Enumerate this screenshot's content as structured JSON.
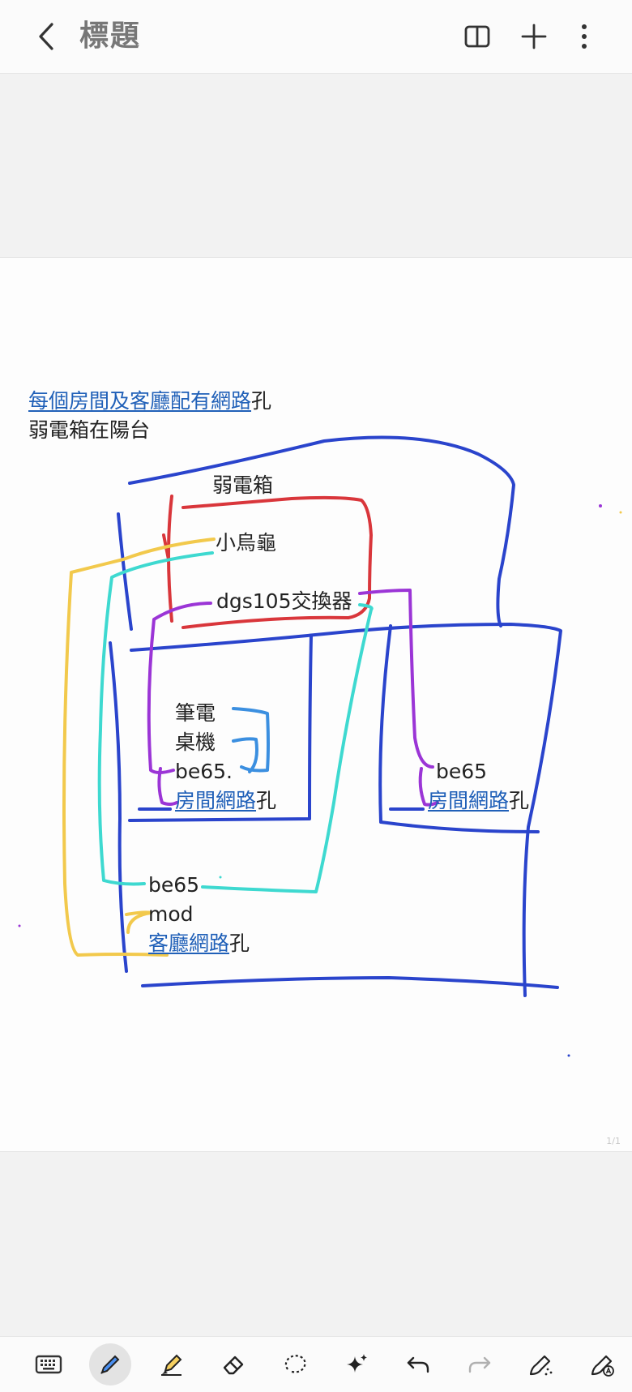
{
  "header": {
    "title": "標題"
  },
  "note": {
    "intro_line1_link": "每個房間及客廳配有網路",
    "intro_line1_tail": "孔",
    "intro_line2": "弱電箱在陽台",
    "box_label": "弱電箱",
    "router_label": "小烏龜",
    "switch_label": "dgs105交換器",
    "room1": {
      "line1": "筆電",
      "line2": "桌機",
      "line3": "be65.",
      "link": "房間網路",
      "tail": "孔"
    },
    "room2": {
      "line1": "be65",
      "link": "房間網路",
      "tail": "孔"
    },
    "living": {
      "line1": "be65",
      "line2": "mod",
      "link": "客廳網路",
      "tail": "孔"
    },
    "page_indicator": "1/1"
  },
  "icons": {
    "back": "chevron-left-icon",
    "reading_mode": "book-open-icon",
    "add": "plus-icon",
    "more": "more-vertical-icon",
    "keyboard": "keyboard-icon",
    "pen": "pen-icon",
    "highlighter": "highlighter-icon",
    "eraser": "eraser-icon",
    "lasso": "lasso-select-icon",
    "ai": "sparkle-icon",
    "undo": "undo-icon",
    "redo": "redo-icon",
    "shape_pen": "pen-effects-icon",
    "handwriting": "handwriting-to-text-icon"
  },
  "colors": {
    "link": "#2060b8",
    "ink_blue": "#2a44cc",
    "ink_red": "#d9363b",
    "ink_yellow": "#f2c94c",
    "ink_cyan": "#3ed9d0",
    "ink_purple": "#9b35d6",
    "ink_lightblue": "#3b8fe0"
  }
}
